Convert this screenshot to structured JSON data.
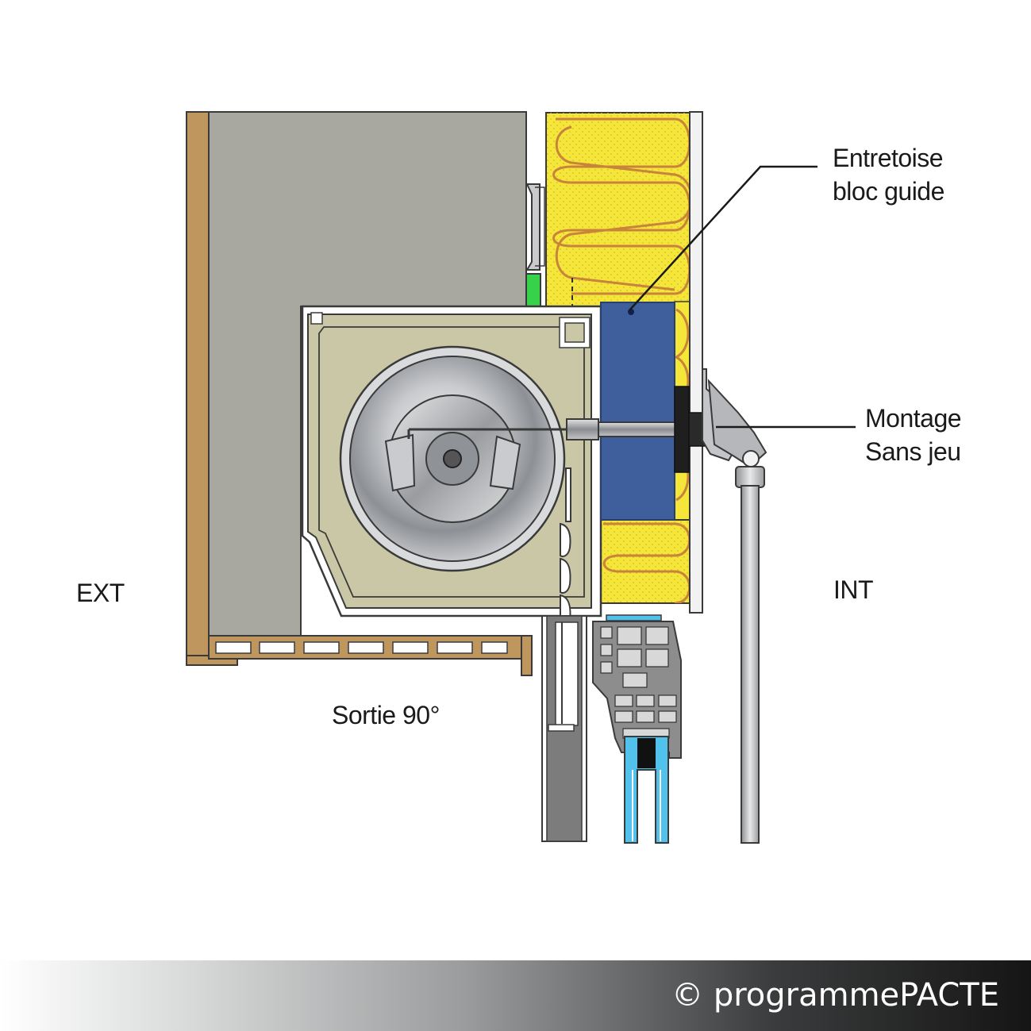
{
  "labels": {
    "entretoise": [
      "Entretoise",
      "bloc guide"
    ],
    "montage": [
      "Montage",
      "Sans jeu"
    ],
    "exterior": "EXT",
    "interior": "INT",
    "outlet": "Sortie 90°"
  },
  "footer": {
    "copyright": "© programmePACTE"
  },
  "colors": {
    "wood": "#c0965f",
    "concrete": "#a8a8a0",
    "insulation": "#f5e63a",
    "insulation_wave": "#c8843a",
    "box": "#c9c7a6",
    "spacer": "#3e5f9b",
    "green_seal": "#35d24a",
    "glass": "#50c2ec",
    "metal": "#b5b7ba",
    "frame": "#7c7c7c"
  }
}
